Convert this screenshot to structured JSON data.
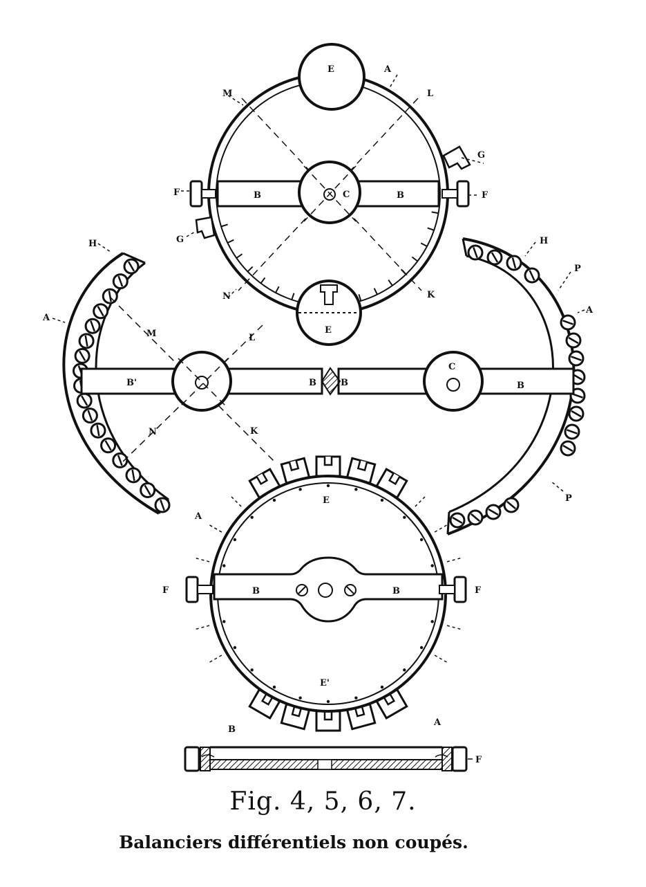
{
  "figure": {
    "title": "Fig. 4, 5, 6, 7.",
    "subtitle": "Balanciers différentiels non coupés."
  },
  "fig4": {
    "labels": {
      "e_top": "E",
      "a": "A",
      "m": "M",
      "l": "L",
      "g_right": "G",
      "f_left": "F",
      "b_left": "B",
      "c": "C",
      "b_right": "B",
      "f_right": "F",
      "g_left": "G",
      "n": "N",
      "k": "K",
      "e_bottom": "E"
    }
  },
  "fig5": {
    "labels": {
      "h_left": "H",
      "a_left": "A",
      "m": "M",
      "l": "L",
      "b_left": "B'",
      "b_mid_left": "B",
      "b_mid_right": "B",
      "c_right": "C",
      "b_right": "B",
      "n": "N",
      "k": "K",
      "h_right": "H",
      "p_upper": "P",
      "a_right": "A",
      "p_lower": "P"
    }
  },
  "fig6": {
    "labels": {
      "e_top": "E",
      "a": "A",
      "f_left": "F",
      "b_left": "B",
      "b_right": "B",
      "f_right": "F",
      "e_bottom": "E'",
      "b_bottom": "B",
      "a_bottom": "A"
    }
  },
  "fig7": {
    "labels": {
      "f": "F"
    }
  }
}
